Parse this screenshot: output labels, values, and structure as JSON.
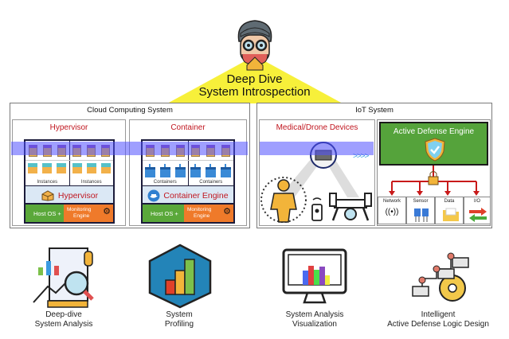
{
  "title": {
    "line1": "Deep Dive",
    "line2": "System Introspection"
  },
  "cloud": {
    "title": "Cloud Computing System",
    "hypervisor": {
      "title": "Hypervisor",
      "instances_label": "Instances",
      "engine_label": "Hypervisor",
      "host_label": "Host OS +",
      "monitor_line1": "Monitoring",
      "monitor_line2": "Engine"
    },
    "container": {
      "title": "Container",
      "instances_label": "Containers",
      "engine_label": "Container Engine",
      "host_label": "Host OS +",
      "monitor_line1": "Monitoring",
      "monitor_line2": "Engine"
    }
  },
  "iot": {
    "title": "IoT System",
    "devices": {
      "title": "Medical/Drone Devices"
    },
    "ade": {
      "title": "Active Defense Engine",
      "categories": [
        "Network",
        "Sensor",
        "Data",
        "I/O"
      ]
    }
  },
  "capabilities": [
    {
      "line1": "Deep-dive",
      "line2": "System Analysis",
      "icon": "analysis-report-icon"
    },
    {
      "line1": "System",
      "line2": "Profiling",
      "icon": "profiling-chart-icon"
    },
    {
      "line1": "System Analysis",
      "line2": "Visualization",
      "icon": "monitor-chart-icon"
    },
    {
      "line1": "Intelligent",
      "line2": "Active Defense Logic Design",
      "icon": "logic-gear-icon"
    }
  ],
  "colors": {
    "beam": "#f7f03a",
    "red_title": "#c0161f",
    "host_green": "#5aa83a",
    "monitor_orange": "#ef7a2a",
    "band_blue": "#5050ff"
  }
}
